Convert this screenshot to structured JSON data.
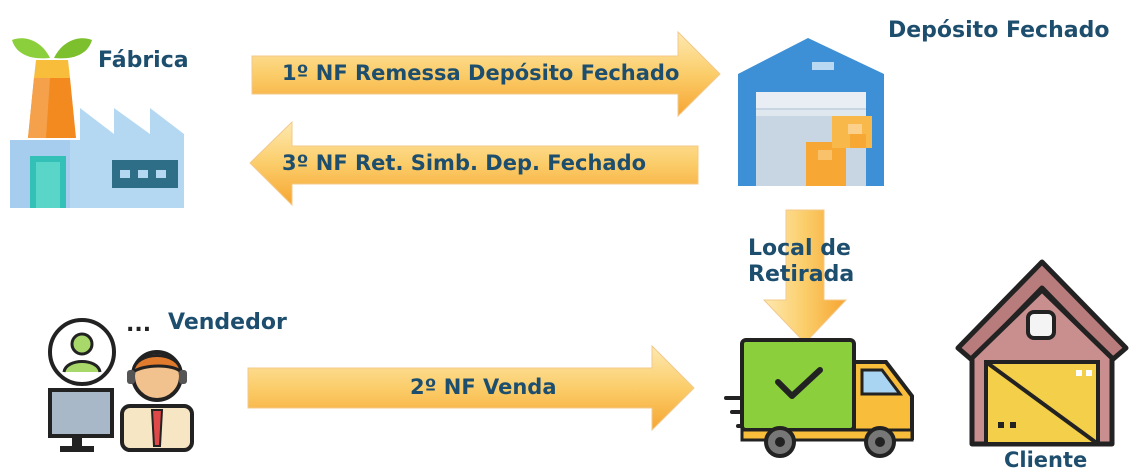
{
  "nodes": {
    "fabrica": "Fábrica",
    "deposito": "Depósito Fechado",
    "local_retirada_line1": "Local de",
    "local_retirada_line2": "Retirada",
    "vendedor": "Vendedor",
    "vendedor_dots": "...",
    "cliente": "Cliente"
  },
  "flows": {
    "remessa": "1º NF Remessa Depósito Fechado",
    "venda": "2º NF Venda",
    "retorno": "3º NF Ret. Simb. Dep. Fechado"
  },
  "colors": {
    "label": "#1e4e6e",
    "arrow_light": "#fde3a0",
    "arrow_dark": "#f8a830",
    "warehouse_blue": "#3d8fd6",
    "box_orange": "#f7a734",
    "truck_green": "#8ccf3d",
    "truck_yellow": "#f8bd3a",
    "house_brown": "#b97c7c",
    "factory_blue": "#9fcbed",
    "factory_orange": "#f28a20"
  }
}
